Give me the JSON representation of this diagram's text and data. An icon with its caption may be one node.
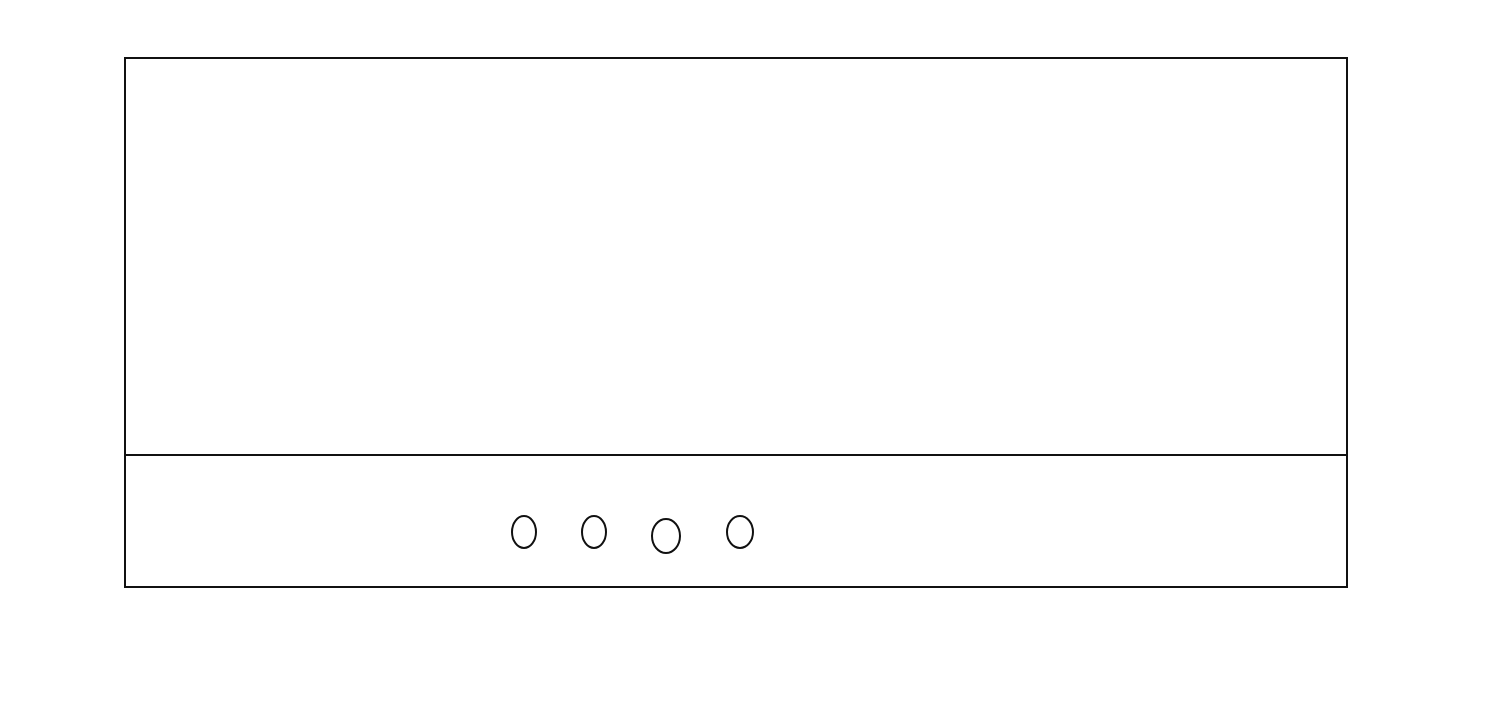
{
  "diagram": {
    "nodes": [
      {
        "text": [],
        "shape": "box"
      },
      {
        "text": [],
        "shape": "box"
      },
      {
        "text": [],
        "shape": "circle",
        "in": 1
      },
      {
        "text": [],
        "shape": "circle",
        "in": 1
      },
      {
        "text": [],
        "shape": "circle",
        "in": 1
      },
      {
        "text": [],
        "shape": "circle",
        "in": 1
      }
    ]
  }
}
